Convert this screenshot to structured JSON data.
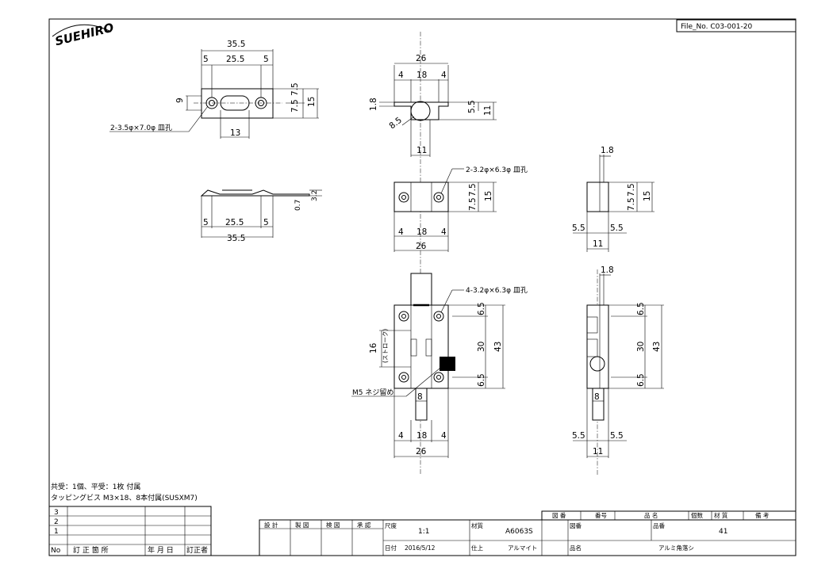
{
  "header": {
    "logo_text": "SUEHIRO",
    "file_no": "File_No. C03-001-20"
  },
  "dimensions": {
    "top_left": {
      "overall": "35.5",
      "edge_l": "5",
      "center": "25.5",
      "edge_r": "5",
      "left_height": "9",
      "right_inner": "7.5",
      "right_half": "7.5",
      "right_total": "15",
      "bottom": "13",
      "hole_note": "2-3.5φ×7.0φ 皿孔"
    },
    "side_left": {
      "edge_l": "5",
      "center": "25.5",
      "edge_r": "5",
      "overall": "35.5",
      "thk_a": "0.7",
      "thk_b": "3.2"
    },
    "top_center": {
      "overall": "26",
      "leaf_l": "4",
      "mid": "18",
      "leaf_r": "4",
      "thk": "1.8",
      "radius": "8.5",
      "h_a": "5.5",
      "h_b": "11",
      "bottom": "11"
    },
    "front_center": {
      "hole_note": "2-3.2φ×6.3φ 皿孔",
      "h_a": "7.5",
      "h_b": "7.5",
      "h_total": "15",
      "leaf_l": "4",
      "mid": "18",
      "leaf_r": "4",
      "overall": "26"
    },
    "side_right": {
      "thk": "1.8",
      "h_a": "7.5",
      "h_b": "7.5",
      "h_total": "15",
      "w_l": "5.5",
      "w_r": "5.5",
      "w_total": "11"
    },
    "bottom_center": {
      "hole_note": "4-3.2φ×6.3φ 皿孔",
      "edge_top": "6.5",
      "mid": "30",
      "total": "43",
      "edge_bot": "6.5",
      "stroke": "16",
      "stroke_note": "(ストローク)",
      "screw_note": "M5 ネジ留め",
      "pin": "8",
      "leaf_l": "4",
      "mid_w": "18",
      "leaf_r": "4",
      "overall": "26"
    },
    "bottom_right": {
      "thk": "1.8",
      "edge_top": "6.5",
      "mid": "30",
      "total": "43",
      "edge_bot": "6.5",
      "pin": "8",
      "w_l": "5.5",
      "w_r": "5.5",
      "w_total": "11"
    }
  },
  "notes": {
    "line1": "共受：1個、平受：1枚 付属",
    "line2": "タッピングビス M3×18、8本付属(SUSXM7)"
  },
  "revision_table": {
    "rows": [
      "3",
      "2",
      "1"
    ],
    "headers": {
      "no": "No",
      "content": "訂 正 箇 所",
      "date": "年 月 日",
      "editor": "訂正者"
    }
  },
  "title_block": {
    "roles": [
      "設 計",
      "製 図",
      "検 図",
      "承 認"
    ],
    "scale_label": "尺度",
    "scale_value": "1:1",
    "material_label": "材質",
    "material_value": "A6063S",
    "drawing_no_label": "図番",
    "part_no_label": "品番",
    "part_no_value": "41",
    "date_label": "日付",
    "date_value": "2016/5/12",
    "finish_label": "仕上",
    "finish_value": "アルマイト",
    "name_label": "品名",
    "name_value": "アルミ角落シ",
    "parts_header": [
      "図 番",
      "番号",
      "品 名",
      "個数",
      "材 質",
      "備 考"
    ]
  }
}
